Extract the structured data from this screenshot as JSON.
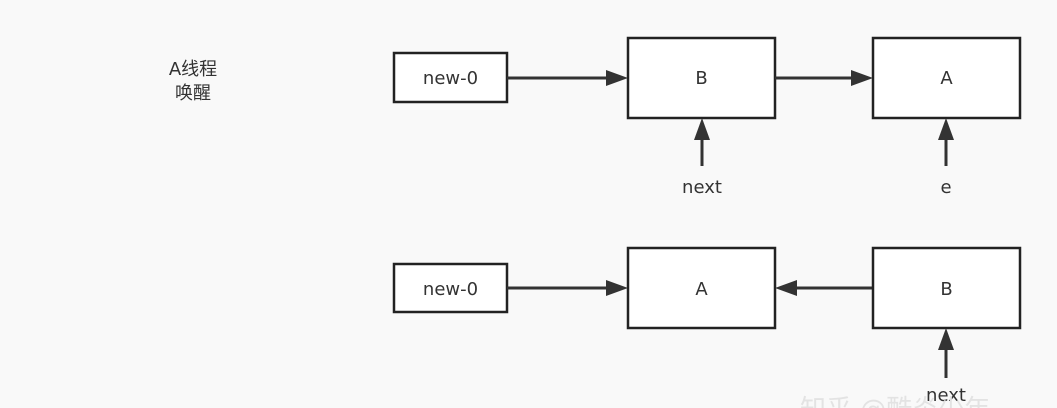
{
  "caption": {
    "line1": "A线程",
    "line2": "唤醒"
  },
  "row1": {
    "start_box": "new-0",
    "node1": "B",
    "node2": "A",
    "pointer1": "next",
    "pointer2": "e"
  },
  "row2": {
    "start_box": "new-0",
    "node1": "A",
    "node2": "B",
    "pointer2": "next"
  },
  "watermark": "知乎 @酷炎少年",
  "colors": {
    "background": "#f9f9f9",
    "stroke": "#222222",
    "arrow": "#333333"
  }
}
